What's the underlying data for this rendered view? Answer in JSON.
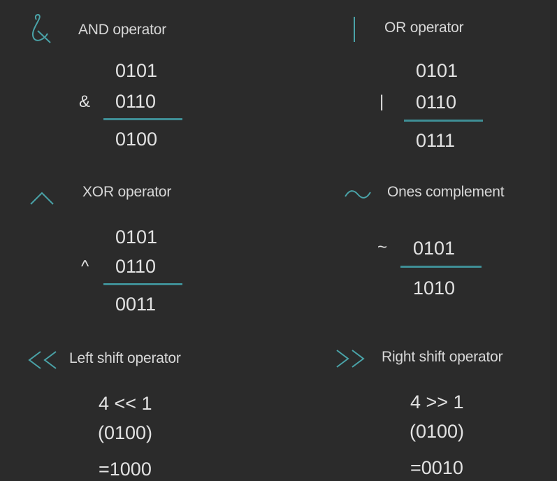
{
  "colors": {
    "background": "#2b2b2b",
    "accent": "#4aa3a8",
    "text": "#dedede"
  },
  "and": {
    "title": "AND operator",
    "icon": "ampersand-icon",
    "a": "0101",
    "op": "&",
    "b": "0110",
    "result": "0100"
  },
  "or": {
    "title": "OR operator",
    "icon": "pipe-icon",
    "a": "0101",
    "op": "|",
    "b": "0110",
    "result": "0111"
  },
  "xor": {
    "title": "XOR operator",
    "icon": "caret-icon",
    "a": "0101",
    "op": "^",
    "b": "0110",
    "result": "0011"
  },
  "not": {
    "title": "Ones complement",
    "icon": "tilde-icon",
    "op": "~",
    "a": "0101",
    "result": "1010"
  },
  "lshift": {
    "title": "Left shift operator",
    "icon": "double-chevron-left-icon",
    "expr": "4 << 1",
    "binary": "(0100)",
    "result": "=1000"
  },
  "rshift": {
    "title": "Right shift operator",
    "icon": "double-chevron-right-icon",
    "expr": "4 >> 1",
    "binary": "(0100)",
    "result": "=0010"
  }
}
